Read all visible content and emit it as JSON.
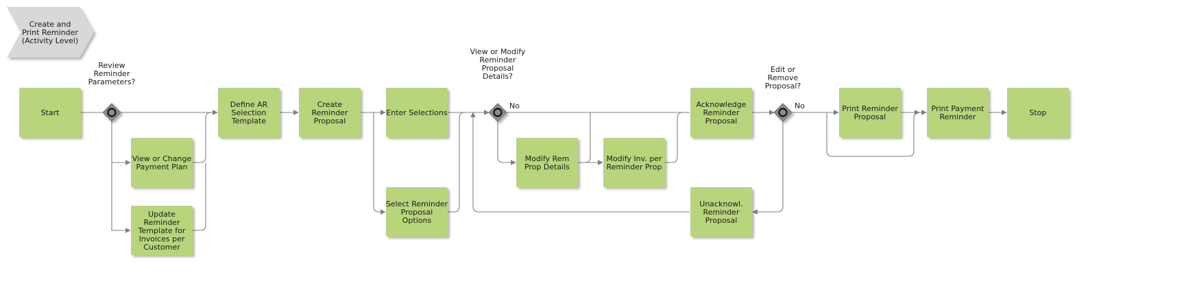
{
  "diagram": {
    "header": {
      "id": "header",
      "lines": [
        "Create and",
        "Print Reminder",
        "(Activity Level)"
      ]
    },
    "colors": {
      "activity_fill": "#b9d57c",
      "gateway_fill": "#8c8c8c",
      "header_fill": "#d8d8d8",
      "edge": "#808080"
    },
    "activities": [
      {
        "id": "start",
        "lines": [
          "Start"
        ]
      },
      {
        "id": "view-change-payment-plan",
        "lines": [
          "View or Change",
          "Payment Plan"
        ]
      },
      {
        "id": "update-reminder-template",
        "lines": [
          "Update",
          "Reminder",
          "Template for",
          "Invoices per",
          "Customer"
        ]
      },
      {
        "id": "define-ar-selection-template",
        "lines": [
          "Define AR",
          "Selection",
          "Template"
        ]
      },
      {
        "id": "create-reminder-proposal",
        "lines": [
          "Create",
          "Reminder",
          "Proposal"
        ]
      },
      {
        "id": "enter-selections",
        "lines": [
          "Enter Selections"
        ]
      },
      {
        "id": "select-reminder-proposal-options",
        "lines": [
          "Select Reminder",
          "Proposal",
          "Options"
        ]
      },
      {
        "id": "modify-rem-prop-details",
        "lines": [
          "Modify Rem",
          "Prop Details"
        ]
      },
      {
        "id": "modify-inv-per-reminder-prop",
        "lines": [
          "Modify Inv. per",
          "Reminder Prop"
        ]
      },
      {
        "id": "acknowledge-reminder-proposal",
        "lines": [
          "Acknowledge",
          "Reminder",
          "Proposal"
        ]
      },
      {
        "id": "unacknowl-reminder-proposal",
        "lines": [
          "Unacknowl.",
          "Reminder",
          "Proposal"
        ]
      },
      {
        "id": "print-reminder-proposal",
        "lines": [
          "Print Reminder",
          "Proposal"
        ]
      },
      {
        "id": "print-payment-reminder",
        "lines": [
          "Print Payment",
          "Reminder"
        ]
      },
      {
        "id": "stop",
        "lines": [
          "Stop"
        ]
      }
    ],
    "gateways": [
      {
        "id": "review-reminder-parameters",
        "question": [
          "Review",
          "Reminder",
          "Parameters?"
        ],
        "branch_label": ""
      },
      {
        "id": "view-modify-details",
        "question": [
          "View or Modify",
          "Reminder",
          "Proposal",
          "Details?"
        ],
        "branch_label": "No"
      },
      {
        "id": "edit-remove-proposal",
        "question": [
          "Edit or",
          "Remove",
          "Proposal?"
        ],
        "branch_label": "No"
      }
    ]
  }
}
